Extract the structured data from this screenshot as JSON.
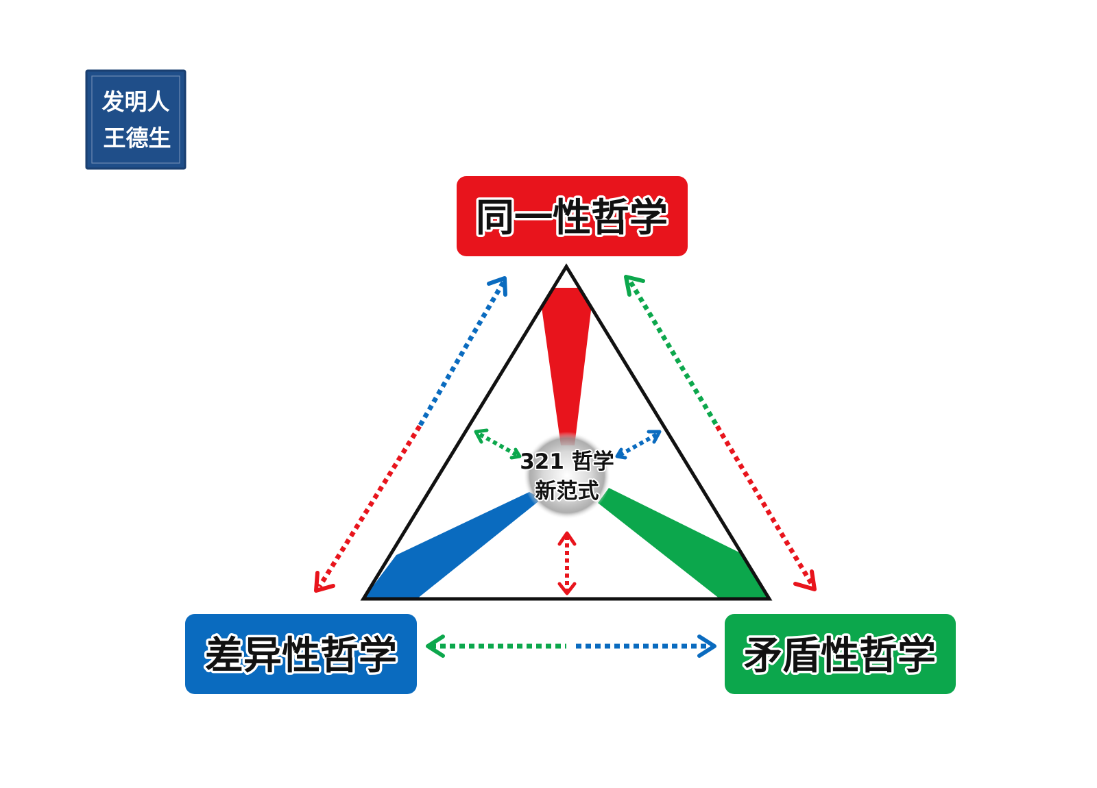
{
  "seal": {
    "line1": "发明人",
    "line2": "王德生",
    "color": "#1f4e89"
  },
  "nodes": {
    "identity": {
      "label": "同一性哲学",
      "color": "#e8141c"
    },
    "difference": {
      "label": "差异性哲学",
      "color": "#0a6bbf"
    },
    "contradiction": {
      "label": "矛盾性哲学",
      "color": "#0ca74c"
    }
  },
  "center": {
    "line1": "321 哲学",
    "line2": "新范式"
  },
  "colors": {
    "red": "#e8141c",
    "blue": "#0a6bbf",
    "green": "#0ca74c",
    "outline": "#111111"
  }
}
